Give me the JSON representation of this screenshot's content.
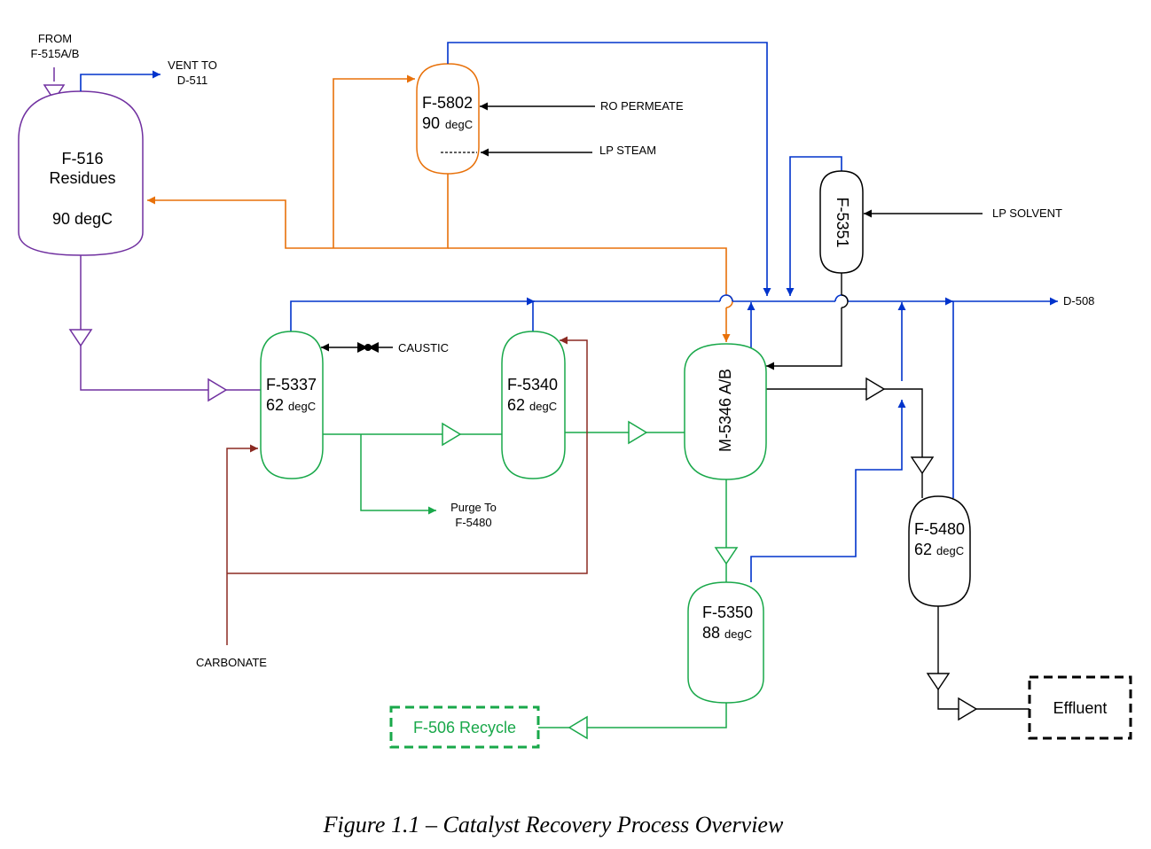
{
  "colors": {
    "purple": "#7030a0",
    "blue": "#0033cc",
    "orange": "#e8710a",
    "green": "#19a84a",
    "brown": "#8b2a22",
    "black": "#000000"
  },
  "vessels": {
    "f516": {
      "name": "F-516",
      "desc": "Residues",
      "temp": "90 degC"
    },
    "f5802": {
      "name": "F-5802",
      "temp": "90",
      "unit": "degC"
    },
    "f5351": {
      "name": "F-5351"
    },
    "f5337": {
      "name": "F-5337",
      "temp": "62",
      "unit": "degC"
    },
    "f5340": {
      "name": "F-5340",
      "temp": "62",
      "unit": "degC"
    },
    "m5346": {
      "name": "M-5346 A/B"
    },
    "f5480": {
      "name": "F-5480",
      "temp": "62",
      "unit": "degC"
    },
    "f5350": {
      "name": "F-5350",
      "temp": "88",
      "unit": "degC"
    }
  },
  "streams": {
    "from_line1": "FROM",
    "from_line2": "F-515A/B",
    "vent_line1": "VENT TO",
    "vent_line2": "D-511",
    "ro_permeate": "RO PERMEATE",
    "lp_steam": "LP STEAM",
    "lp_solvent": "LP SOLVENT",
    "d508": "D-508",
    "caustic": "CAUSTIC",
    "purge_line1": "Purge To",
    "purge_line2": "F-5480",
    "carbonate": "CARBONATE"
  },
  "boxes": {
    "recycle": "F-506 Recycle",
    "effluent": "Effluent"
  },
  "caption": "Figure 1.1 – Catalyst Recovery Process Overview"
}
